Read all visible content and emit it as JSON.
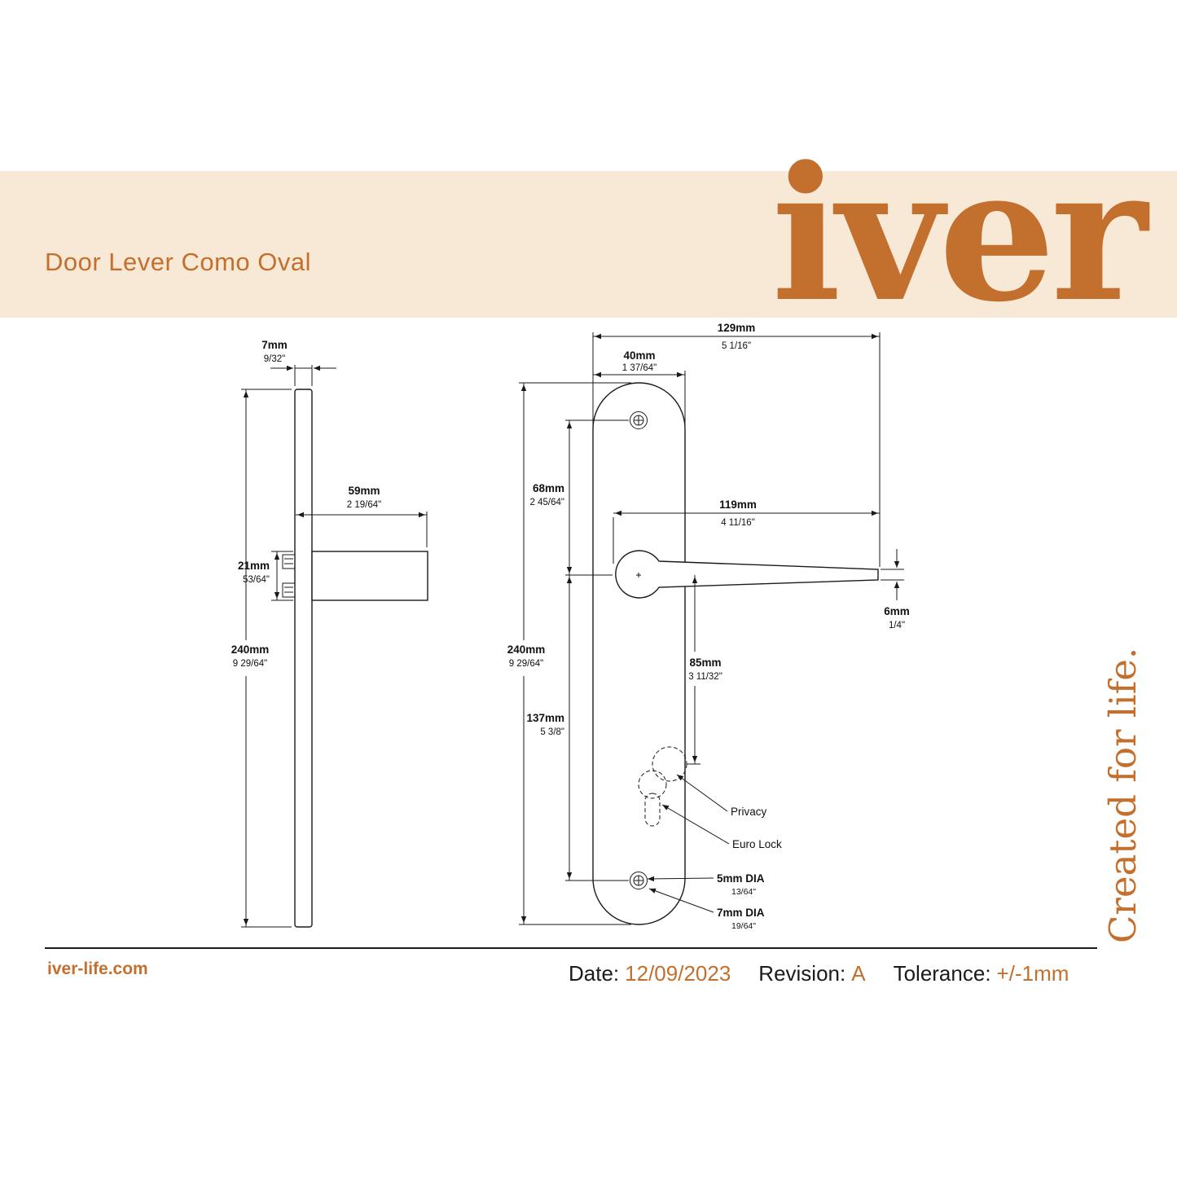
{
  "header": {
    "title": "Door Lever Como Oval",
    "logo": "iver"
  },
  "tagline": "Created for life.",
  "footer": {
    "website": "iver-life.com",
    "date_label": "Date:",
    "date_value": "12/09/2023",
    "revision_label": "Revision:",
    "revision_value": "A",
    "tolerance_label": "Tolerance:",
    "tolerance_value": "+/-1mm"
  },
  "colors": {
    "accent": "#c36f2e",
    "band": "#f8e9d7",
    "line": "#1a1a1a"
  },
  "dims": {
    "side": {
      "thickness": {
        "mm": "7mm",
        "in": "9/32\""
      },
      "projection": {
        "mm": "59mm",
        "in": "2 19/64\""
      },
      "grip_height": {
        "mm": "21mm",
        "in": "53/64\""
      },
      "plate_height": {
        "mm": "240mm",
        "in": "9 29/64\""
      }
    },
    "front": {
      "overall_width": {
        "mm": "129mm",
        "in": "5 1/16\""
      },
      "plate_width": {
        "mm": "40mm",
        "in": "1 37/64\""
      },
      "plate_height": {
        "mm": "240mm",
        "in": "9 29/64\""
      },
      "screw_to_centre": {
        "mm": "68mm",
        "in": "2 45/64\""
      },
      "lever_length": {
        "mm": "119mm",
        "in": "4 11/16\""
      },
      "centre_to_keyhole": {
        "mm": "85mm",
        "in": "3 11/32\""
      },
      "centre_to_screw": {
        "mm": "137mm",
        "in": "5 3/8\""
      },
      "lever_thickness": {
        "mm": "6mm",
        "in": "1/4\""
      }
    }
  },
  "annotations": {
    "privacy": "Privacy",
    "euro_lock": "Euro Lock",
    "screw_hole": {
      "mm": "5mm DIA",
      "in": "13/64\""
    },
    "screw_head": {
      "mm": "7mm DIA",
      "in": "19/64\""
    }
  }
}
